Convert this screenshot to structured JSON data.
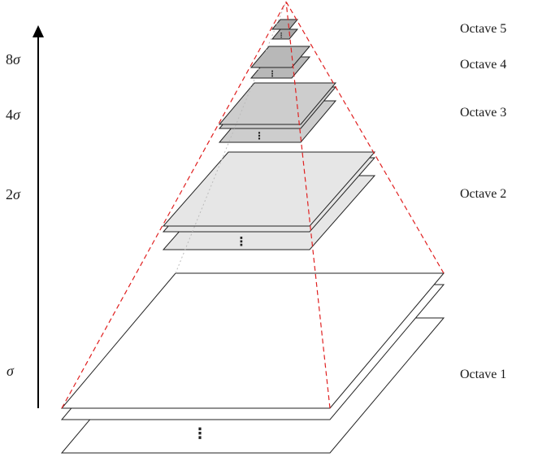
{
  "octaves": [
    {
      "label": "Octave 5",
      "fill": "#a8a8a8"
    },
    {
      "label": "Octave 4",
      "fill": "#b8b8b8"
    },
    {
      "label": "Octave 3",
      "fill": "#cdcdcd"
    },
    {
      "label": "Octave 2",
      "fill": "#e6e6e6"
    },
    {
      "label": "Octave 1",
      "fill": "#ffffff"
    }
  ],
  "scale_axis": {
    "labels": [
      {
        "coef": "8",
        "symbol": "σ"
      },
      {
        "coef": "4",
        "symbol": "σ"
      },
      {
        "coef": "2",
        "symbol": "σ"
      },
      {
        "coef": "",
        "symbol": "σ"
      }
    ]
  },
  "ellipsis": "⋮",
  "colors": {
    "pyramid_lines": "#e02020",
    "outline": "#222222",
    "axis": "#000000"
  }
}
